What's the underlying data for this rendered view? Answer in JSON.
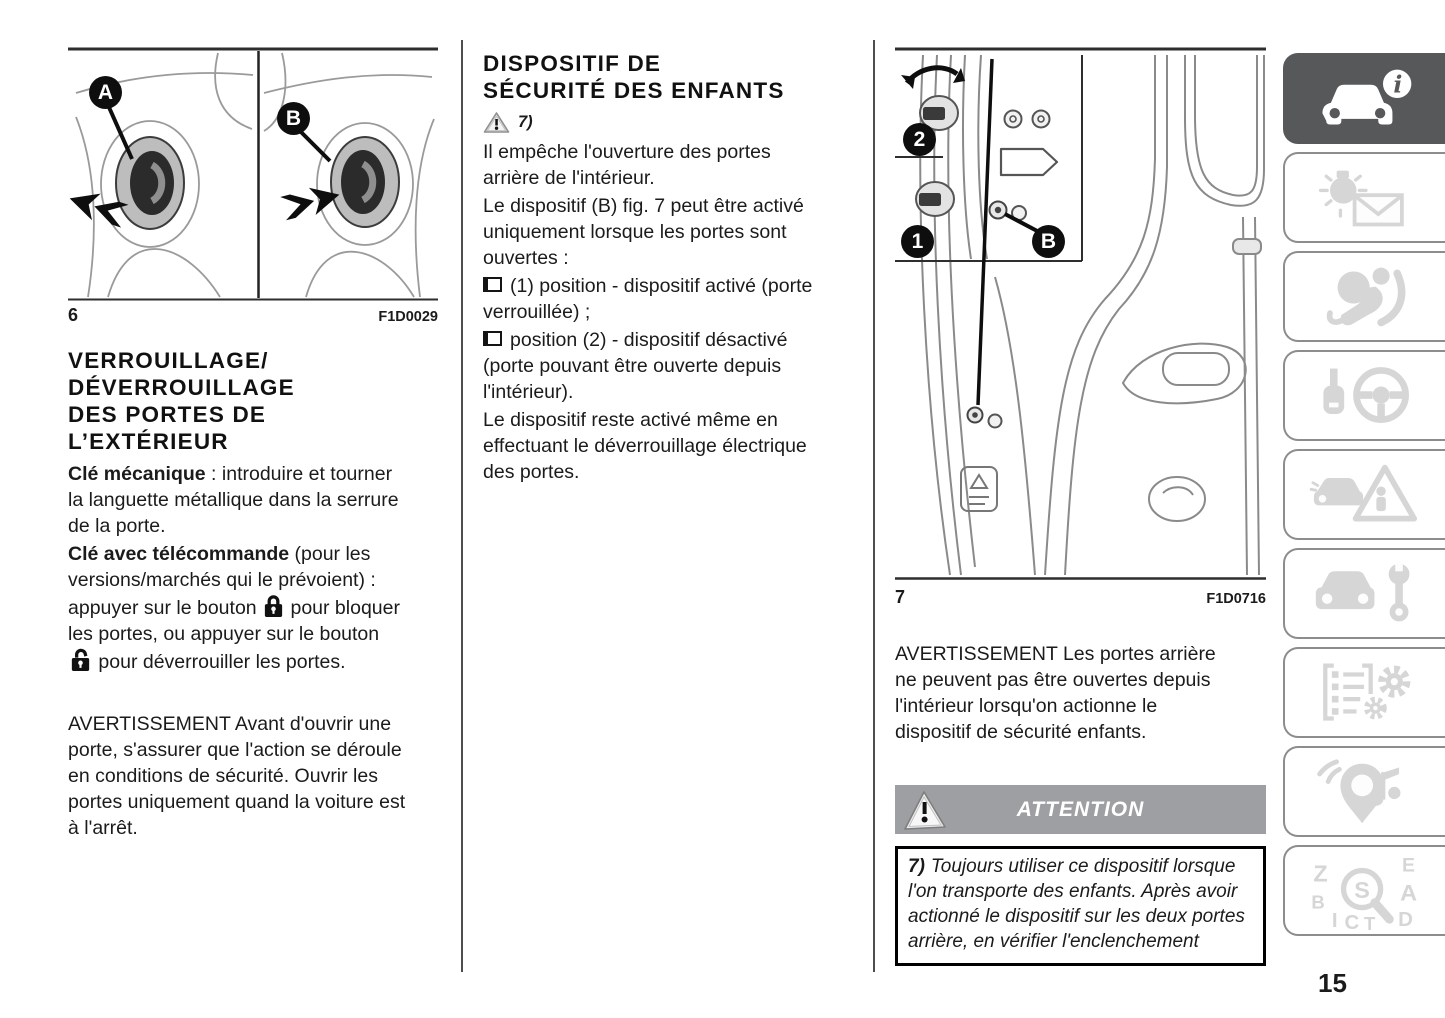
{
  "page": {
    "number": "15"
  },
  "figures": {
    "fig6": {
      "number": "6",
      "code": "F1D0029",
      "label_a": "A",
      "label_b": "B"
    },
    "fig7": {
      "number": "7",
      "code": "F1D0716",
      "label_1": "1",
      "label_2": "2",
      "label_b": "B"
    }
  },
  "left": {
    "heading": "VERROUILLAGE/\nDÉVERROUILLAGE\nDES PORTES DE\nL’EXTÉRIEUR",
    "p1_bold": "Clé mécanique",
    "p1_rest": " : introduire et tourner\nla languette métallique dans la serrure\nde la porte.",
    "p2_bold": "Clé avec télécommande",
    "p2_a": " (pour les\nversions/marchés qui le prévoient) :\nappuyer sur le bouton ",
    "p2_b": " pour bloquer\nles portes, ou appuyer sur le bouton\n",
    "p2_c": " pour déverrouiller les portes.",
    "warning": "AVERTISSEMENT Avant d'ouvrir une\nporte, s'assurer que l'action se déroule\nen conditions de sécurité. Ouvrir les\nportes uniquement quand la voiture est\nà l'arrêt."
  },
  "middle": {
    "heading": "DISPOSITIF DE\nSÉCURITÉ DES ENFANTS",
    "note_ref": "7)",
    "p1": "Il empêche l'ouverture des portes\narrière de l'intérieur.",
    "p2": "Le dispositif (B) fig. 7 peut être activé\nuniquement lorsque les portes sont\nouvertes :",
    "bullets": [
      "(1) position - dispositif activé (porte\nverrouillée) ;",
      "position (2) - dispositif désactivé\n(porte pouvant être ouverte depuis\nl'intérieur)."
    ],
    "p3": "Le dispositif reste activé même en\neffectuant le déverrouillage électrique\ndes portes."
  },
  "right": {
    "warning": "AVERTISSEMENT Les portes arrière\nne peuvent pas être ouvertes depuis\nl'intérieur lorsqu'on actionne le\ndispositif de sécurité enfants.",
    "attention_label": "ATTENTION",
    "note_num": "7)",
    "note_text": "Toujours utiliser ce dispositif lorsque\nl'on transporte des enfants. Après avoir\nactionné le dispositif sur les deux portes\narrière, en vérifier l'enclenchement"
  },
  "sidebar": {
    "tabs": [
      {
        "name": "vehicle-info",
        "active": true
      },
      {
        "name": "dashboard-and-messages",
        "active": false
      },
      {
        "name": "safety",
        "active": false
      },
      {
        "name": "starting-and-driving",
        "active": false
      },
      {
        "name": "in-emergency",
        "active": false
      },
      {
        "name": "servicing-and-care",
        "active": false
      },
      {
        "name": "technical-data",
        "active": false
      },
      {
        "name": "multimedia",
        "active": false
      },
      {
        "name": "alphabetical-index",
        "active": false
      }
    ]
  },
  "colors": {
    "active_tab": "#57585a",
    "attention_bar": "#9d9fa2",
    "inactive_icon": "#d6d6d6",
    "text": "#1b1b1b"
  }
}
